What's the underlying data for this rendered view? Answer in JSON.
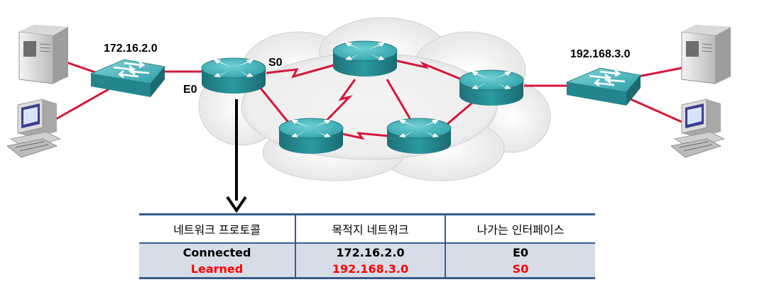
{
  "networks": {
    "left": "172.16.2.0",
    "right": "192.168.3.0"
  },
  "interfaces": {
    "serial": "S0",
    "ethernet": "E0"
  },
  "colors": {
    "link": "#d4173a",
    "device": "#2e9aa0",
    "table_border": "#3a5a86",
    "table_body": "#d6dde9",
    "learned_text": "#ff0000"
  },
  "table": {
    "headers": [
      "네트워크 프로토콜",
      "목적지 네트워크",
      "나가는 인터페이스"
    ],
    "rows": [
      {
        "protocol": "Connected",
        "destination": "172.16.2.0",
        "interface": "E0"
      },
      {
        "protocol": "Learned",
        "destination": "192.168.3.0",
        "interface": "S0"
      }
    ]
  }
}
